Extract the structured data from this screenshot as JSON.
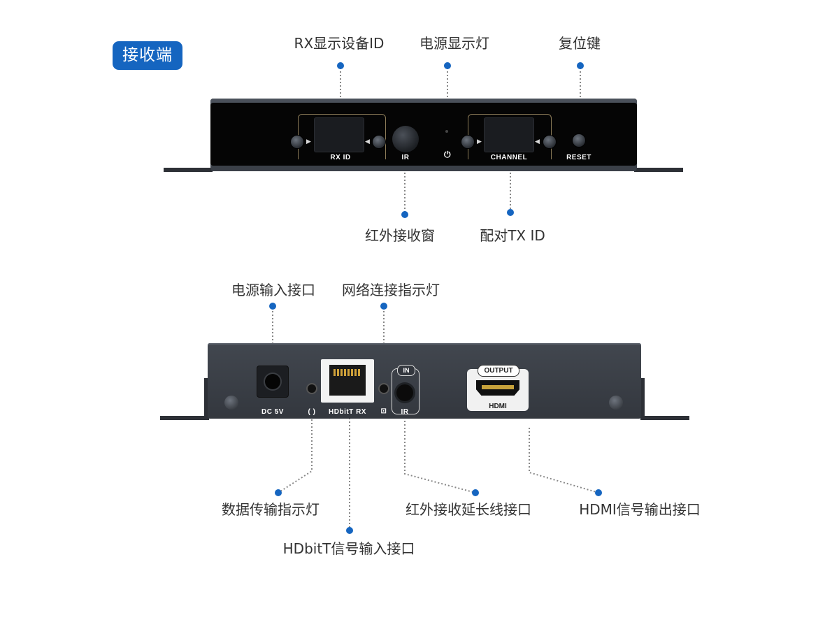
{
  "section_badge": "接收端",
  "front_panel": {
    "labels": {
      "rx_id": "RX ID",
      "ir": "IR",
      "channel": "CHANNEL",
      "reset": "RESET",
      "power_symbol": "⏻"
    }
  },
  "front_callouts": {
    "rx_display_id": "RX显示设备ID",
    "power_indicator": "电源显示灯",
    "reset_key": "复位键",
    "ir_receiver_window": "红外接收窗",
    "pair_tx_id": "配对TX ID"
  },
  "rear_panel": {
    "labels": {
      "dc": "DC 5V",
      "hdbit": "HDbitT RX",
      "ir_in": "IN",
      "ir": "IR",
      "output": "OUTPUT",
      "hdmi": "HDMI",
      "data_symbol": "( )",
      "net_symbol": "⊡"
    }
  },
  "rear_callouts": {
    "power_input": "电源输入接口",
    "network_indicator": "网络连接指示灯",
    "data_indicator": "数据传输指示灯",
    "hdbitt_input": "HDbitT信号输入接口",
    "ir_extension": "红外接收延长线接口",
    "hdmi_output": "HDMI信号输出接口"
  },
  "colors": {
    "accent": "#1565c0",
    "frame_gold": "#8b7b58",
    "panel_dark": "#050505",
    "rear_gray": "#3b4048"
  }
}
